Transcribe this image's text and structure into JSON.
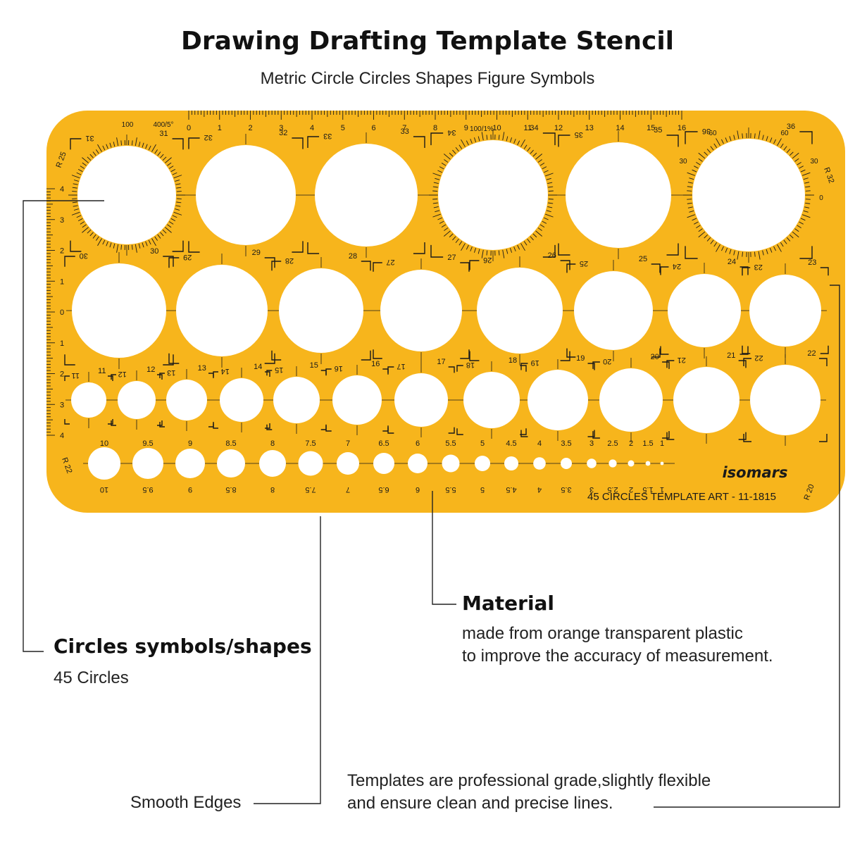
{
  "header": {
    "title": "Drawing Drafting Template Stencil",
    "subtitle": "Metric Circle Circles Shapes Figure Symbols"
  },
  "stencil": {
    "brand": "isomars",
    "model": "45 CIRCLES TEMPLATE ART - 11-1815",
    "body_color": "#f7b51c",
    "protractor_labels": [
      "100",
      "400/5°",
      "100/1%",
      "60",
      "60",
      "30",
      "30",
      "0"
    ],
    "radius_labels": [
      "R 25",
      "R 32",
      "R 22",
      "R 20"
    ],
    "ruler_top": [
      "0",
      "1",
      "2",
      "3",
      "4",
      "5",
      "6",
      "7",
      "8",
      "9",
      "10",
      "11",
      "12",
      "13",
      "14",
      "15",
      "16"
    ],
    "ruler_left": [
      "4",
      "3",
      "2",
      "1",
      "0",
      "1",
      "2",
      "3",
      "4"
    ],
    "row1": [
      "31",
      "32",
      "33",
      "34",
      "35",
      "36"
    ],
    "row2": [
      "30",
      "29",
      "28",
      "27",
      "26",
      "25",
      "24",
      "23"
    ],
    "row3": [
      "11",
      "12",
      "13",
      "14",
      "15",
      "16",
      "17",
      "18",
      "19",
      "20",
      "21",
      "22"
    ],
    "row4": [
      "10",
      "9.5",
      "9",
      "8.5",
      "8",
      "7.5",
      "7",
      "6.5",
      "6",
      "5.5",
      "5",
      "4.5",
      "4",
      "3.5",
      "3",
      "2.5",
      "2",
      "1.5",
      "1"
    ]
  },
  "callouts": {
    "circles_heading": "Circles symbols/shapes",
    "circles_text": "45 Circles",
    "material_heading": "Material",
    "material_line1": "made from orange transparent plastic",
    "material_line2": "to improve the accuracy of measurement.",
    "smooth_edges": "Smooth Edges",
    "templates_line1": "Templates are professional grade,slightly flexible",
    "templates_line2": "and ensure clean and precise lines."
  }
}
